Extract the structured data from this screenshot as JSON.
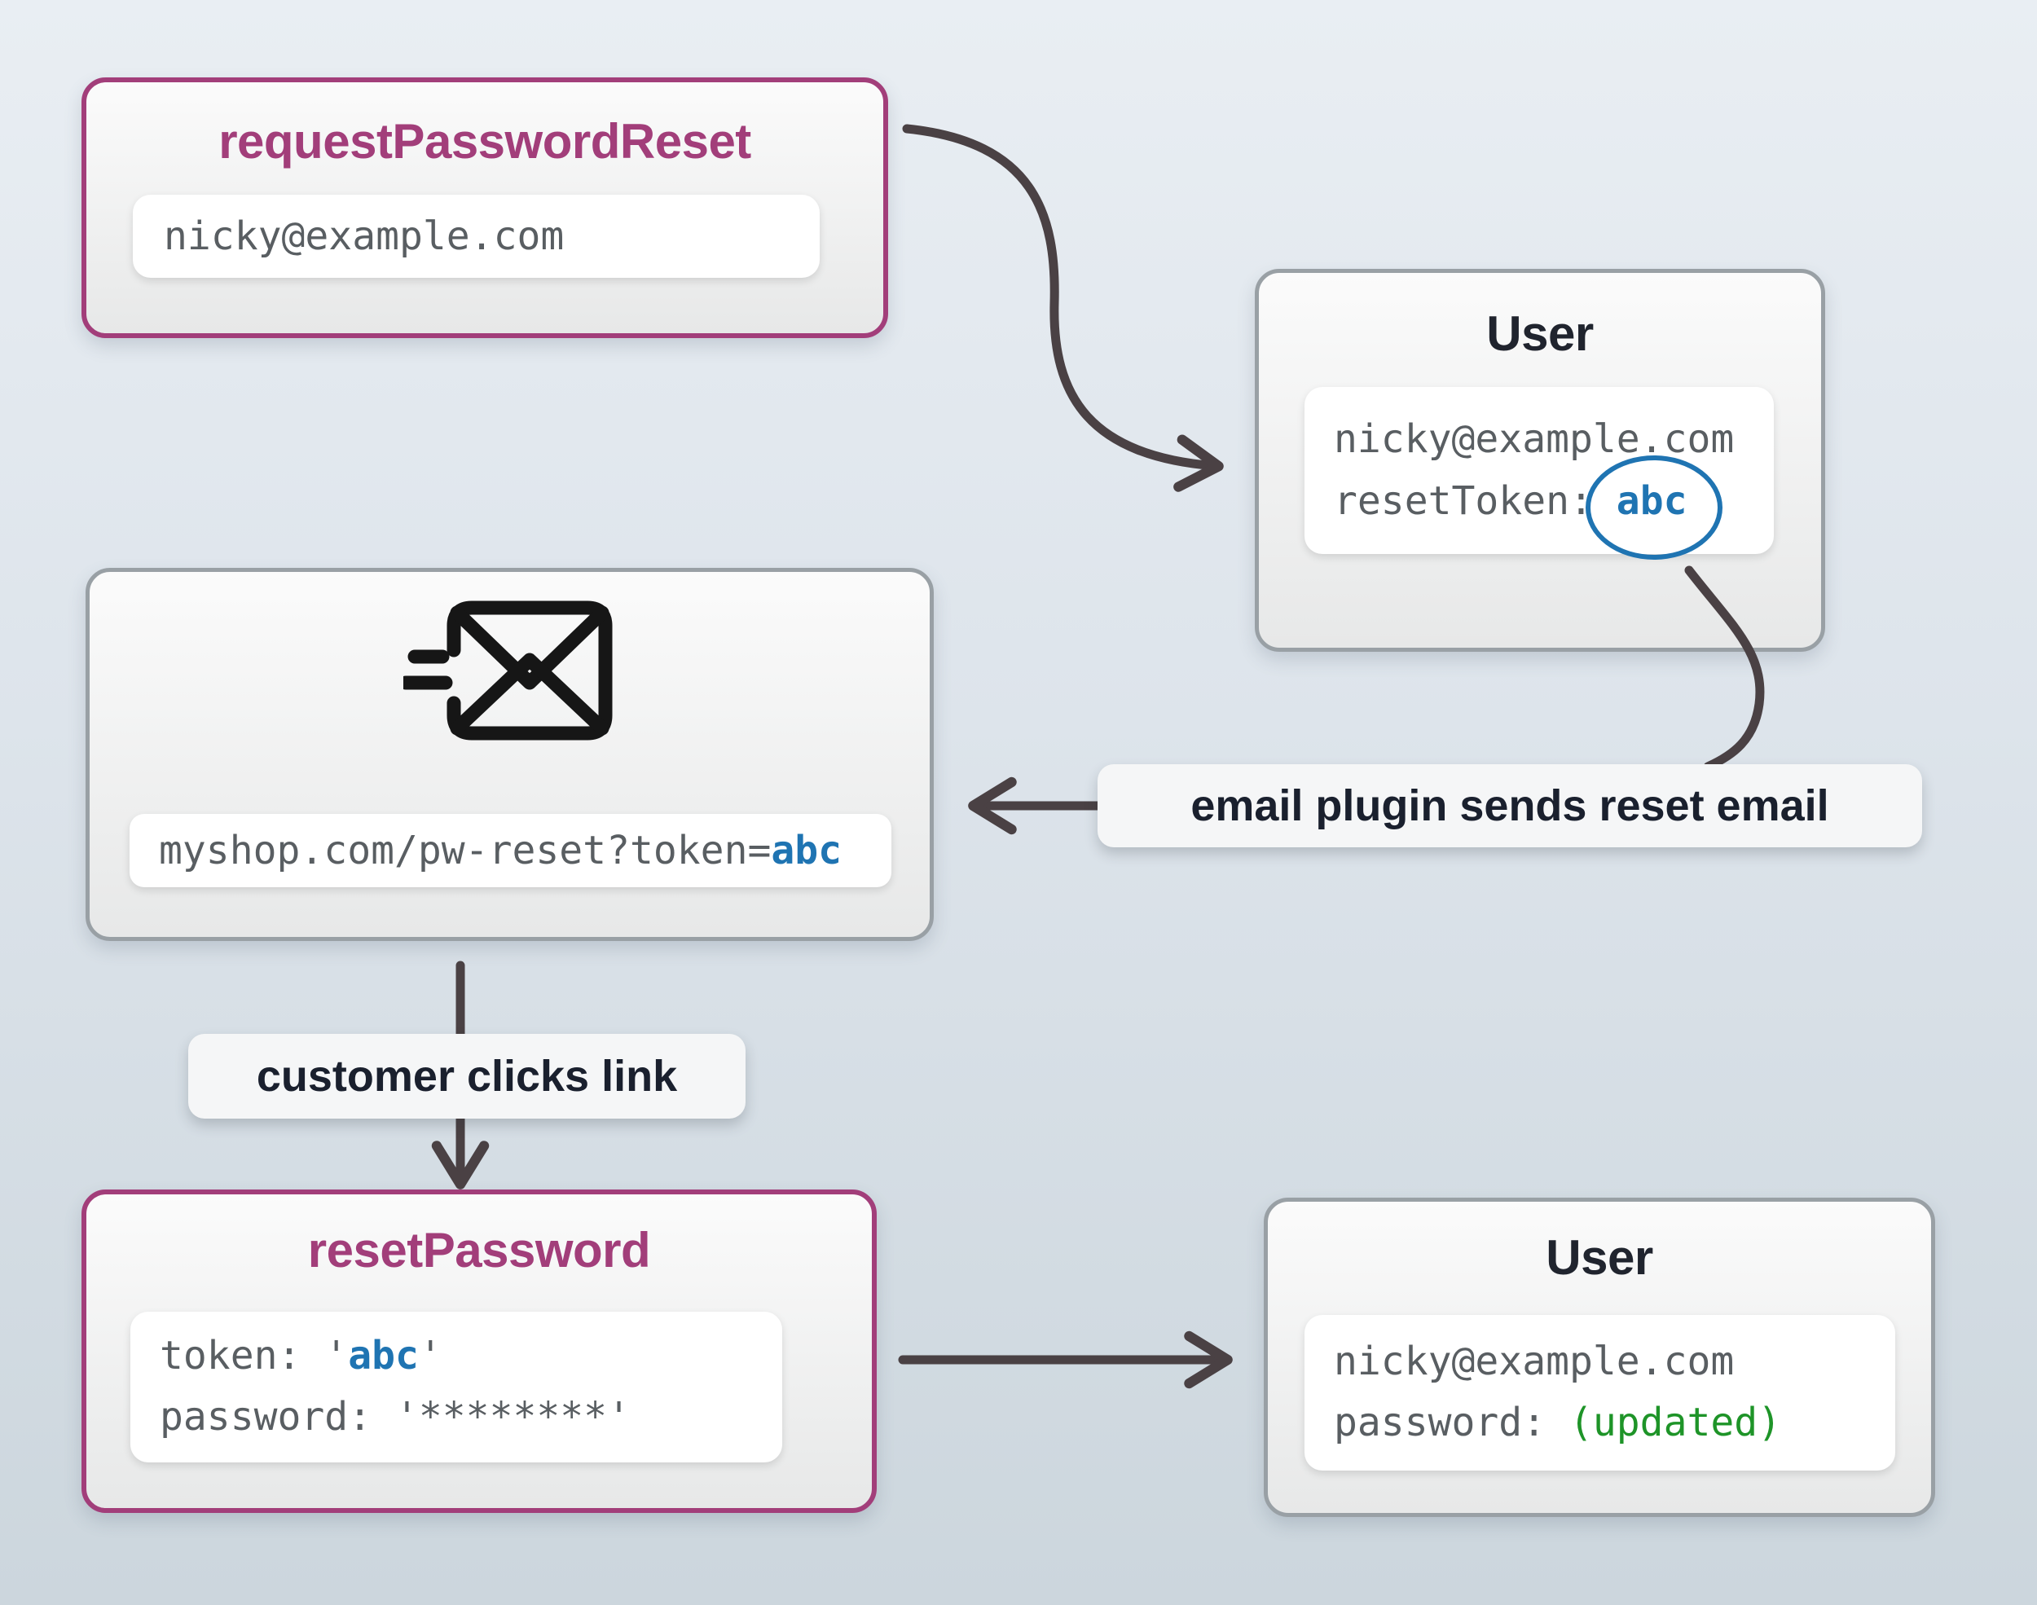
{
  "colors": {
    "background_top": "#e9eef3",
    "background_bottom": "#ccd6dd",
    "node_fill_top": "#fbfbfb",
    "node_fill_bottom": "#e7e8e8",
    "purple": "#a23e7a",
    "gray_border": "#99a0a5",
    "title_dark": "#20242e",
    "mono_gray": "#595e62",
    "token_blue": "#1f74b2",
    "updated_green": "#1e9428",
    "arrow": "#4a4144",
    "label_bg": "#f5f6f7",
    "label_text": "#1a202e",
    "icon": "#161616",
    "white_panel": "#ffffff"
  },
  "nodes": {
    "request_password_reset": {
      "title": "requestPasswordReset",
      "email": "nicky@example.com"
    },
    "user_top": {
      "title": "User",
      "email": "nicky@example.com",
      "reset_token_key": "resetToken:",
      "reset_token_value": "abc"
    },
    "email_message": {
      "url_prefix": "myshop.com/pw-reset?token=",
      "url_token": "abc"
    },
    "reset_password": {
      "title": "resetPassword",
      "token_key": "token: ",
      "quote": "'",
      "token_value": "abc",
      "password_key": "password: ",
      "password_value": "'********'"
    },
    "user_bottom": {
      "title": "User",
      "email": "nicky@example.com",
      "password_key": "password: ",
      "password_value": "(updated)"
    }
  },
  "annotations": {
    "email_plugin": "email plugin sends reset email",
    "customer_clicks": "customer clicks link"
  }
}
